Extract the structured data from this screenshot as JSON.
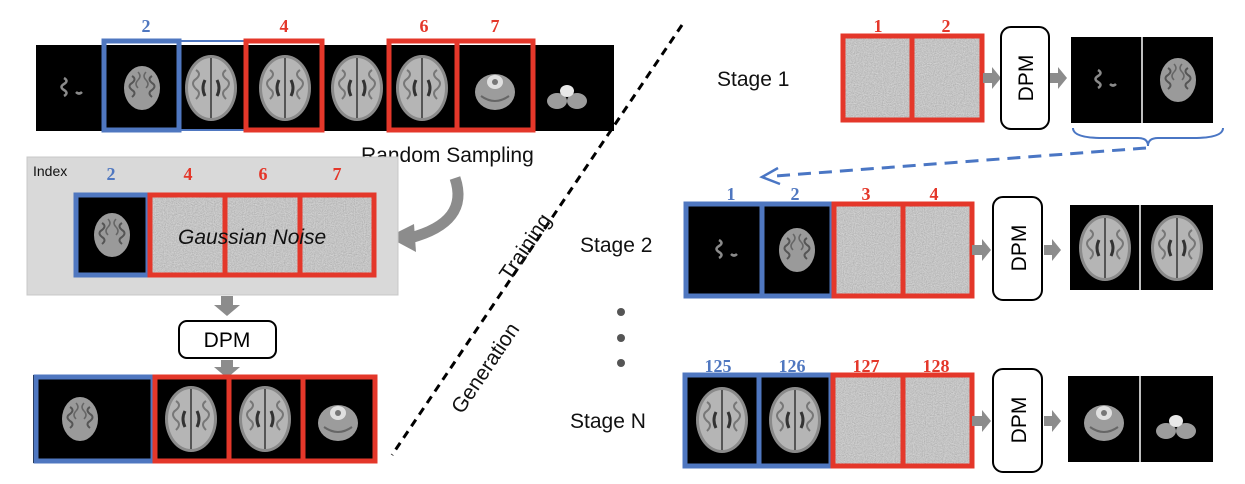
{
  "colors": {
    "blue": "#4f77c0",
    "red": "#e4372a",
    "arrow": "#8c8c8c",
    "panel": "#d9d9d9",
    "dash": "#4a76c4"
  },
  "left": {
    "top_indices": [
      "2",
      "4",
      "6",
      "7"
    ],
    "random_sampling": "Random Sampling",
    "index_label": "Index",
    "panel_indices": [
      "2",
      "4",
      "6",
      "7"
    ],
    "noise_label": "Gaussian Noise",
    "dpm_label": "DPM"
  },
  "center": {
    "training": "Training",
    "generation": "Generation"
  },
  "right": {
    "stage1": {
      "label": "Stage 1",
      "indices": [
        "1",
        "2"
      ],
      "dpm": "DPM"
    },
    "stage2": {
      "label": "Stage 2",
      "indices": [
        "1",
        "2",
        "3",
        "4"
      ],
      "dpm": "DPM"
    },
    "stageN": {
      "label": "Stage N",
      "indices": [
        "125",
        "126",
        "127",
        "128"
      ],
      "dpm": "DPM"
    }
  }
}
